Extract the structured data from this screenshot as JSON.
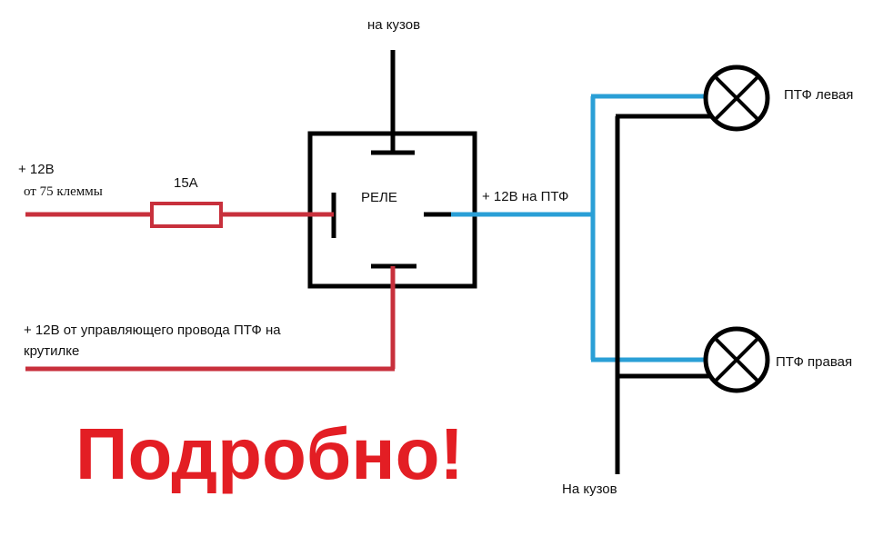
{
  "colors": {
    "red_wire": "#c8303c",
    "blue_wire": "#2a9fd6",
    "black_wire": "#000000",
    "headline": "#e31e24"
  },
  "labels": {
    "ground_top": "на кузов",
    "plus12_left": "+ 12В",
    "from_terminal": "от 75 клеммы",
    "fuse": "15А",
    "relay": "РЕЛЕ",
    "plus12_to_fog": "+ 12В на ПТФ",
    "fog_left": "ПТФ левая",
    "fog_right": "ПТФ правая",
    "control_line1": "+ 12В от управляющего провода ПТФ на",
    "control_line2": "крутилке",
    "ground_bottom": "На кузов"
  },
  "headline": "Подробно!"
}
